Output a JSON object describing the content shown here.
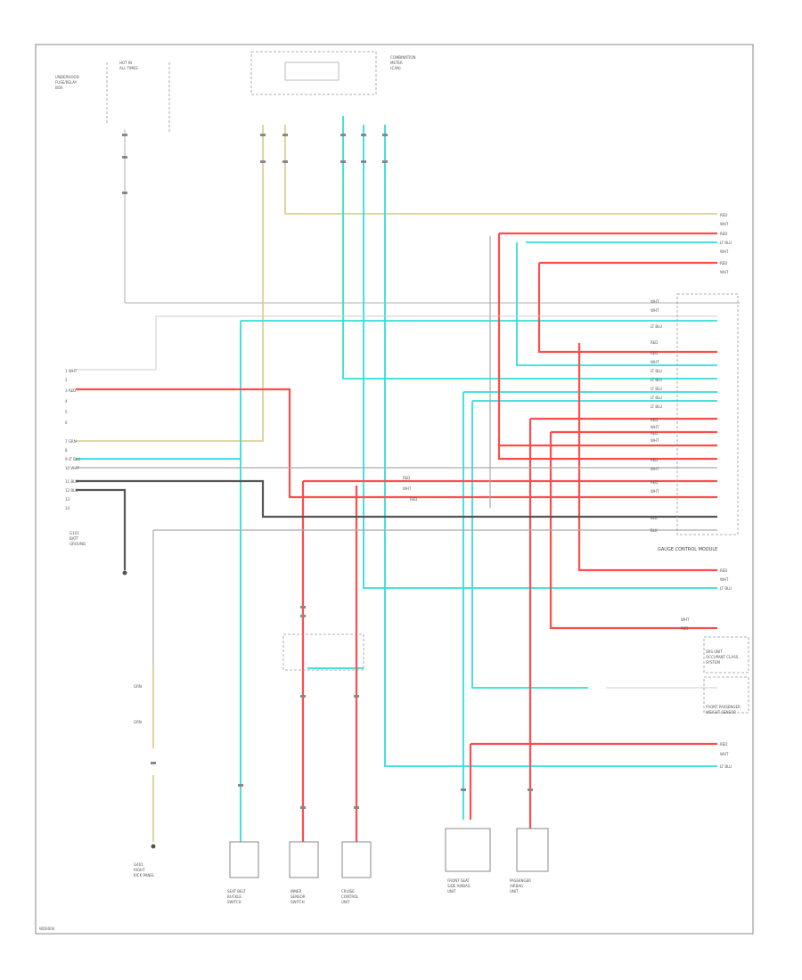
{
  "footer": {
    "code": "WD0000"
  },
  "components": {
    "top_left": [
      "HOT IN",
      "ALL TIMES",
      "UNDERHOOD",
      "FUSE/RELAY",
      "BOX"
    ],
    "top_center": [
      "COMBINATION",
      "METER",
      "(CAN)"
    ],
    "right_group": "GAUGE CONTROL MODULE",
    "right_lower_1": [
      "SRS UNIT",
      "OCCUPANT CLASS.",
      "SYSTEM"
    ],
    "right_lower_2": [
      "FRONT PASSENGER",
      "WEIGHT SENSOR"
    ],
    "bottom": [
      {
        "lines": [
          "SEAT BELT",
          "BUCKLE",
          "SWITCH"
        ]
      },
      {
        "lines": [
          "INNER",
          "SENSOR",
          "SWITCH"
        ]
      },
      {
        "lines": [
          "CRUISE",
          "CONTROL",
          "UNIT"
        ]
      },
      {
        "lines": [
          "FRONT SEAT",
          "SIDE AIRBAG",
          "UNIT"
        ]
      },
      {
        "lines": [
          "PASSENGER",
          "AIRBAG",
          "UNIT"
        ]
      }
    ],
    "ground_left": [
      "G101",
      "BATT",
      "GROUND"
    ],
    "ground_bottom": [
      "G401",
      "RIGHT",
      "KICK PANEL"
    ]
  },
  "wire_labels": {
    "left_pins": [
      "1 WHT",
      "2",
      "3 RED",
      "4",
      "5",
      "6",
      "7 GRN",
      "8",
      "9 LT BLU",
      "10 WHT",
      "11 BLK",
      "12 BLK",
      "13",
      "14"
    ],
    "right_top": [
      "RED",
      "WHT",
      "RED",
      "LT BLU",
      "WHT",
      "RED",
      "WHT"
    ],
    "right_conn": [
      "WHT",
      "WHT",
      "RED",
      "WHT",
      "RED",
      "LT BLU",
      "LT BLU",
      "LT BLU",
      "LT BLU",
      "LT BLU",
      "LT BLU",
      "RED",
      "WHT",
      "RED",
      "WHT",
      "RED",
      "WHT",
      "RED",
      "WHT",
      "BLK",
      "BLK"
    ],
    "right_mid": [
      "RED",
      "WHT",
      "LT BLU"
    ],
    "right_srs": [
      "WHT",
      "RED"
    ],
    "right_bottom": [
      "RED",
      "WHT",
      "LT BLU"
    ],
    "yellow_left": [
      "GRN",
      "GRN"
    ],
    "mid_red_labels": [
      "RED",
      "WHT",
      "RED"
    ]
  }
}
